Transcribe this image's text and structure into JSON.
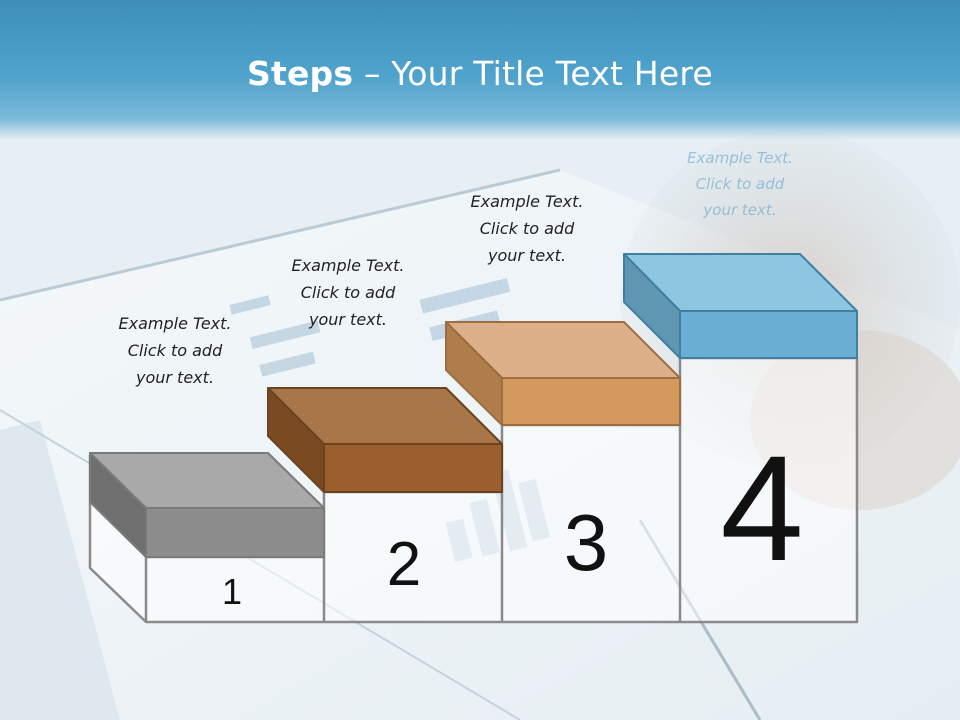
{
  "slide": {
    "title_bold": "Steps",
    "title_rest": " – Your Title Text Here"
  },
  "steps": [
    {
      "number": "1",
      "caption": "Example Text.\nClick  to add\nyour text.",
      "color": "#8c8c8c"
    },
    {
      "number": "2",
      "caption": "Example Text.\nClick  to add\nyour text.",
      "color": "#9a5f2d"
    },
    {
      "number": "3",
      "caption": "Example Text.\nClick  to add\nyour text.",
      "color": "#d4995f"
    },
    {
      "number": "4",
      "caption": "Example Text.\nClick  to add\nyour text.",
      "color": "#6aaed3"
    }
  ]
}
